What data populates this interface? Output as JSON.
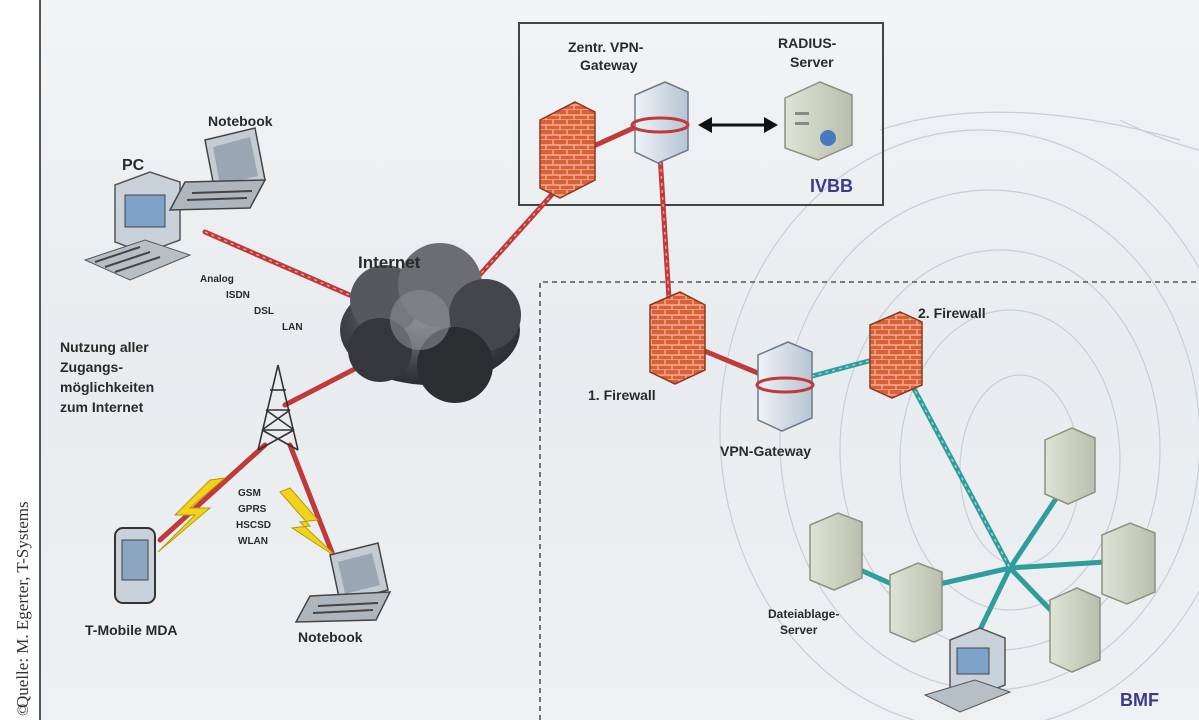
{
  "credit": "Quelle: M. Egerter, T-Systems",
  "copyright_symbol": "©",
  "labels": {
    "vpn_gateway_central": [
      "Zentr. VPN-",
      "Gateway"
    ],
    "radius_server": [
      "RADIUS-",
      "Server"
    ],
    "ivbb": "IVBB",
    "notebook_top": "Notebook",
    "pc": "PC",
    "internet": "Internet",
    "access_wired": [
      "Analog",
      "ISDN",
      "DSL",
      "LAN"
    ],
    "access_note": [
      "Nutzung aller",
      "Zugangs-",
      "möglichkeiten",
      "zum Internet"
    ],
    "firewall_1": "1. Firewall",
    "firewall_2": "2. Firewall",
    "vpn_gateway": "VPN-Gateway",
    "access_mobile": [
      "GSM",
      "GPRS",
      "HSCSD",
      "WLAN"
    ],
    "tmobile_mda": "T-Mobile MDA",
    "notebook_bottom": "Notebook",
    "fileserver": [
      "Dateiablage-",
      "Server"
    ],
    "bmf": "BMF"
  },
  "colors": {
    "red_link": "#c0393b",
    "teal_link": "#2f9e9a",
    "firewall": "#d9603a",
    "region_label": "#3b3b8a"
  }
}
